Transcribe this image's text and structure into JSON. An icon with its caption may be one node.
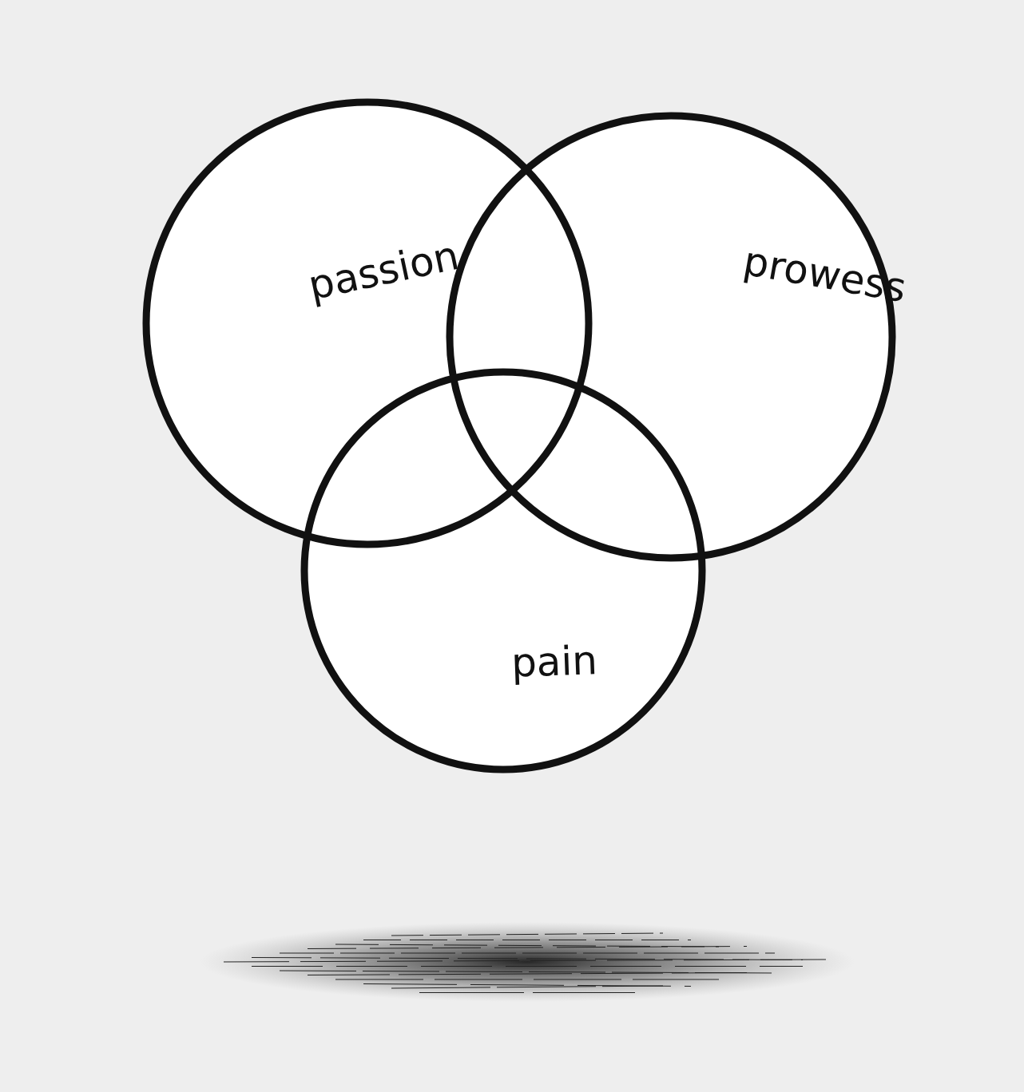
{
  "diagram": {
    "nodes": [
      {
        "text": [
          "passion"
        ]
      },
      {
        "text": [
          "prowess"
        ]
      },
      {
        "text": [
          "pain"
        ]
      }
    ]
  }
}
